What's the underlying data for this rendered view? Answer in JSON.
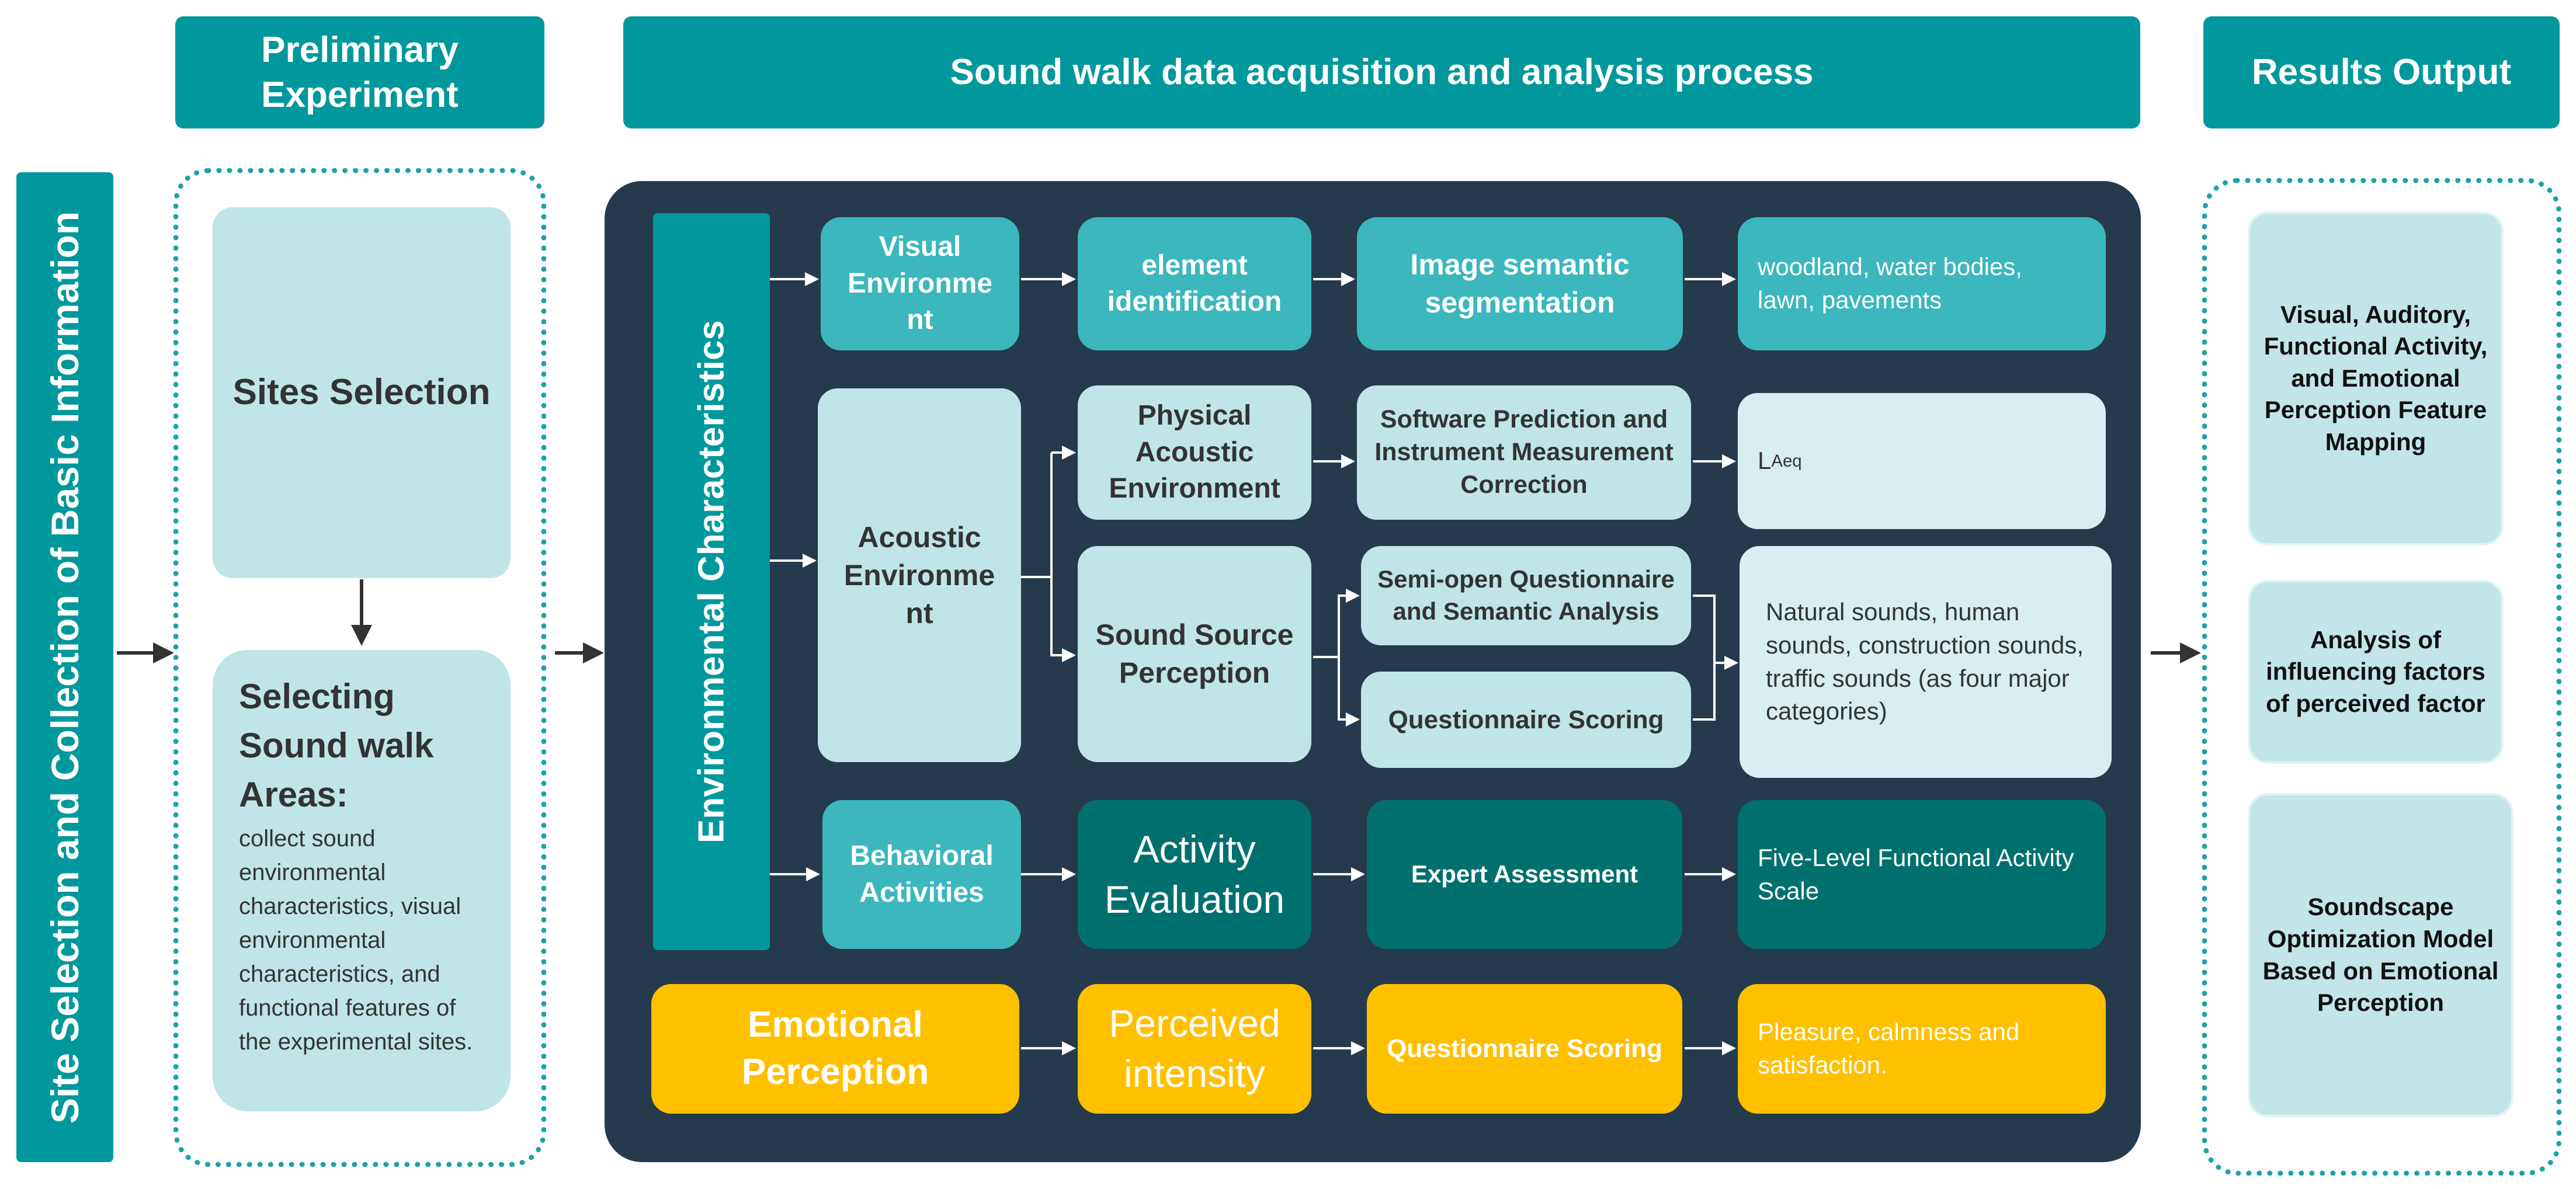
{
  "headers": {
    "preliminary": "Preliminary Experiment",
    "process": "Sound walk data acquisition and analysis process",
    "results": "Results Output"
  },
  "left_bar": "Site Selection and Collection of Basic Information",
  "preliminary": {
    "sites": "Sites Selection",
    "selecting_title": "Selecting Sound walk Areas:",
    "selecting_body": "collect sound environmental characteristics, visual environmental characteristics, and functional features of the experimental sites."
  },
  "env_bar": "Environmental Characteristics",
  "visual": {
    "category": "Visual Environme nt",
    "step1": "element identification",
    "step2": "Image semantic segmentation",
    "result": "woodland,  water bodies, lawn, pavements"
  },
  "acoustic": {
    "category": "Acoustic Environme nt",
    "physical": "Physical Acoustic Environment",
    "physical_method": "Software Prediction and Instrument Measurement Correction",
    "physical_result": "L",
    "physical_result_sub": "Aeq",
    "source": "Sound Source Perception",
    "source_method1": "Semi-open Questionnaire and Semantic Analysis",
    "source_method2": "Questionnaire Scoring",
    "source_result": "Natural sounds, human sounds, construction sounds, traffic sounds (as four major categories)"
  },
  "behavior": {
    "category": "Behavioral Activities",
    "step1": "Activity Evaluation",
    "step2": "Expert Assessment",
    "result": "Five-Level Functional Activity Scale"
  },
  "emotion": {
    "category": "Emotional Perception",
    "step1": "Perceived intensity",
    "step2": "Questionnaire Scoring",
    "result": "Pleasure, calmness and satisfaction."
  },
  "results": {
    "r1": "Visual, Auditory, Functional Activity, and Emotional Perception Feature Mapping",
    "r2": "Analysis of influencing factors of perceived factor",
    "r3": "Soundscape Optimization Model Based on Emotional Perception"
  },
  "colors": {
    "teal_header": "#00989c",
    "dark_panel": "#263a4d",
    "teal_box": "#3bb7bd",
    "light_box": "#bfe5e6",
    "dark_teal_box": "#00706f",
    "yellow_box": "#ffc000"
  }
}
